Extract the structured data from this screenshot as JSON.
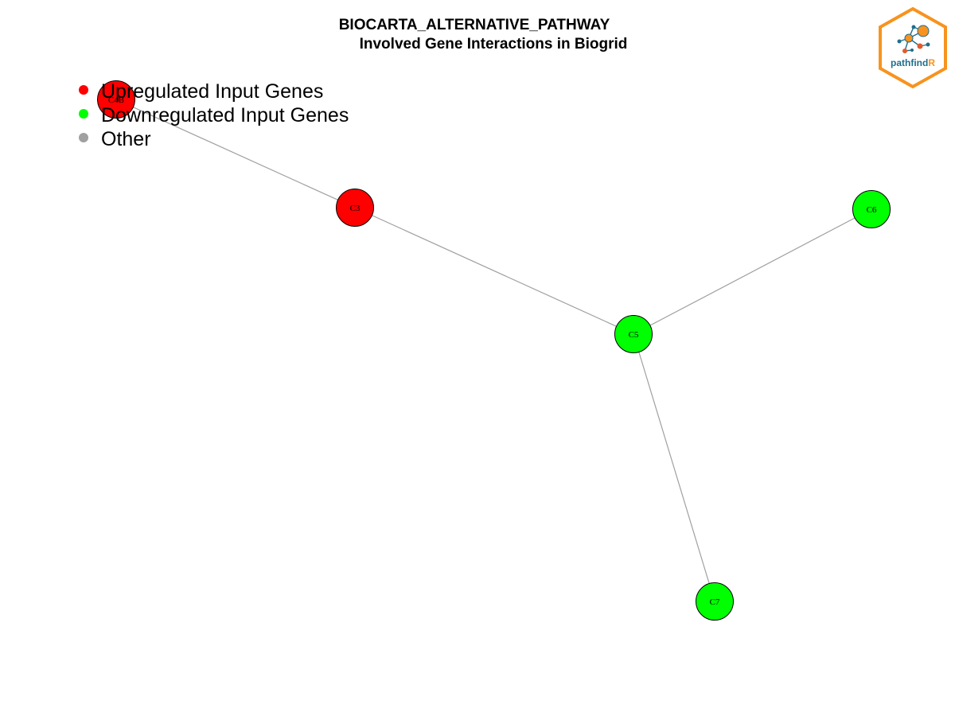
{
  "title": {
    "line1": "BIOCARTA_ALTERNATIVE_PATHWAY",
    "line2": "Involved Gene Interactions in Biogrid"
  },
  "legend": [
    {
      "label": "Upregulated Input Genes",
      "color": "#ff0000"
    },
    {
      "label": "Downregulated Input Genes",
      "color": "#00ff00"
    },
    {
      "label": "Other",
      "color": "#a0a0a0"
    }
  ],
  "colors": {
    "edge": "#a0a0a0",
    "node_border": "#000000",
    "logo_orange": "#f7931e",
    "logo_blue": "#1f6e8c"
  },
  "network": {
    "nodes": [
      {
        "id": "C4B",
        "status": "up"
      },
      {
        "id": "C3",
        "status": "up"
      },
      {
        "id": "C5",
        "status": "down"
      },
      {
        "id": "C6",
        "status": "down"
      },
      {
        "id": "C7",
        "status": "down"
      }
    ],
    "edges": [
      [
        "C4B",
        "C3"
      ],
      [
        "C3",
        "C5"
      ],
      [
        "C5",
        "C6"
      ],
      [
        "C5",
        "C7"
      ]
    ]
  },
  "logo": {
    "text_main": "pathfind",
    "text_accent": "R",
    "icon": "network-hexagon-icon"
  }
}
